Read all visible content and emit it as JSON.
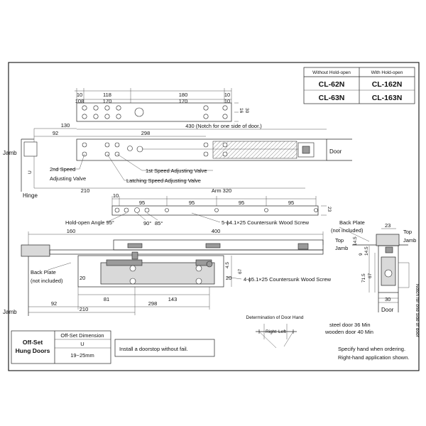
{
  "table": {
    "col_without": "Without Hold-open",
    "col_with": "With Hold-open",
    "rows": [
      {
        "without": "CL-62N",
        "with": "CL-162N"
      },
      {
        "without": "CL-63N",
        "with": "CL-163N"
      }
    ]
  },
  "top_view": {
    "dims_top": [
      "10",
      "118",
      "180",
      "10",
      "108",
      "170",
      "10"
    ],
    "dim_16": "16",
    "dim_30": "30",
    "dim_130": "130",
    "dim_430": "430 (Notch for one side of door.)",
    "dim_92": "92",
    "dim_298": "298",
    "dim_u": "U",
    "dim_210": "210",
    "dim_arm": "Arm 320",
    "label_jamb": "Jamb",
    "label_door": "Door",
    "label_hinge": "Hinge",
    "label_2nd_speed": "2nd Speed",
    "label_adjusting_valve": "Adjusting Valve",
    "label_1st_speed": "1st Speed Adjusting Valve",
    "label_latching": "Latching Speed Adjusting Valve"
  },
  "bracket_view": {
    "dim_10": "10",
    "dims_95": [
      "95",
      "95",
      "95",
      "95"
    ],
    "dim_23": "23",
    "label_hold_open": "Hold-open Angle 95°",
    "angle_90": "90°",
    "angle_85": "85°",
    "screw_top": "5-ϕ4.1×25 Countersunk Wood Screw"
  },
  "front_view": {
    "dim_160": "160",
    "dim_400": "400",
    "dim_20a": "20",
    "dim_20b": "20",
    "dim_4_5": "4.5",
    "dim_67": "67",
    "dim_81": "81",
    "dim_143": "143",
    "dim_92": "92",
    "dim_210": "210",
    "dim_298": "298",
    "label_back_plate": "Back Plate",
    "label_not_included": "(not included)",
    "label_jamb": "Jamb",
    "screw_bottom": "4-ϕ5.1×25 Countersunk Wood Screw"
  },
  "side_view": {
    "label_back_plate": "Back Plate",
    "label_not_included": "(not included)",
    "label_top": "Top",
    "label_jamb": "Jamb",
    "label_top2": "Top",
    "label_jamb2": "Jamb",
    "dim_23": "23",
    "dim_9": "9",
    "dim_14_5a": "14.5",
    "dim_14_5b": "14.5",
    "dim_71_5": "71.5",
    "dim_67": "67",
    "dim_30": "30",
    "label_door": "Door",
    "label_notch": "Notch for one side of door",
    "steel_door": "steel door 36 Min",
    "wooden_door": "wooden door 40 Min"
  },
  "door_hand": {
    "title": "Determination of Door Hand",
    "right": "Right",
    "left": "Left"
  },
  "offset": {
    "title_line1": "Off-Set",
    "title_line2": "Hung Doors",
    "dim_header": "Off-Set Dimension",
    "dim_symbol": "U",
    "dim_range": "19~25mm"
  },
  "notes": {
    "doorstop": "Install a doorstop without fail.",
    "specify_hand": "Specify hand when ordering.",
    "right_hand": "Right-hand application shown."
  }
}
